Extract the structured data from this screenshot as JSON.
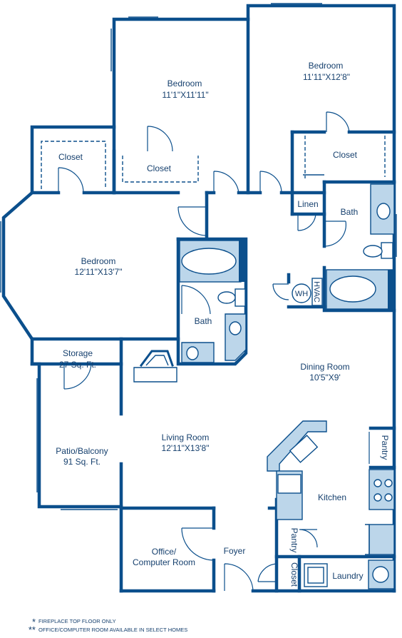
{
  "rooms": {
    "bedroom_top": {
      "name": "Bedroom",
      "size": "11'1\"X11'11\""
    },
    "bedroom_right": {
      "name": "Bedroom",
      "size": "11'11\"X12'8\""
    },
    "bedroom_left": {
      "name": "Bedroom",
      "size": "12'11\"X13'7\""
    },
    "closet_left": "Closet",
    "closet_top": "Closet",
    "closet_right": "Closet",
    "linen": "Linen",
    "bath_right": "Bath",
    "bath_left": "Bath",
    "wh": "WH",
    "hvac": "HVAC",
    "storage": {
      "name": "Storage",
      "size": "27 Sq. Ft."
    },
    "patio": {
      "name": "Patio/Balcony",
      "size": "91 Sq. Ft."
    },
    "dining": {
      "name": "Dining Room",
      "size": "10'5\"X9'"
    },
    "living": {
      "name": "Living Room",
      "size": "12'11\"X13'8\""
    },
    "pantry_right": "Pantry",
    "kitchen": "Kitchen",
    "pantry_small": "Pantry",
    "office": {
      "line1": "Office/",
      "line2": "Computer Room"
    },
    "foyer": "Foyer",
    "closet_foyer": "Closet",
    "laundry": "Laundry"
  },
  "footnotes": [
    {
      "mark": "*",
      "text": "FIREPLACE TOP FLOOR ONLY"
    },
    {
      "mark": "**",
      "text": "OFFICE/COMPUTER ROOM AVAILABLE IN SELECT HOMES"
    }
  ],
  "colors": {
    "wall": "#0b4f8c",
    "fixture": "#bcd6ea",
    "text": "#16406e"
  }
}
